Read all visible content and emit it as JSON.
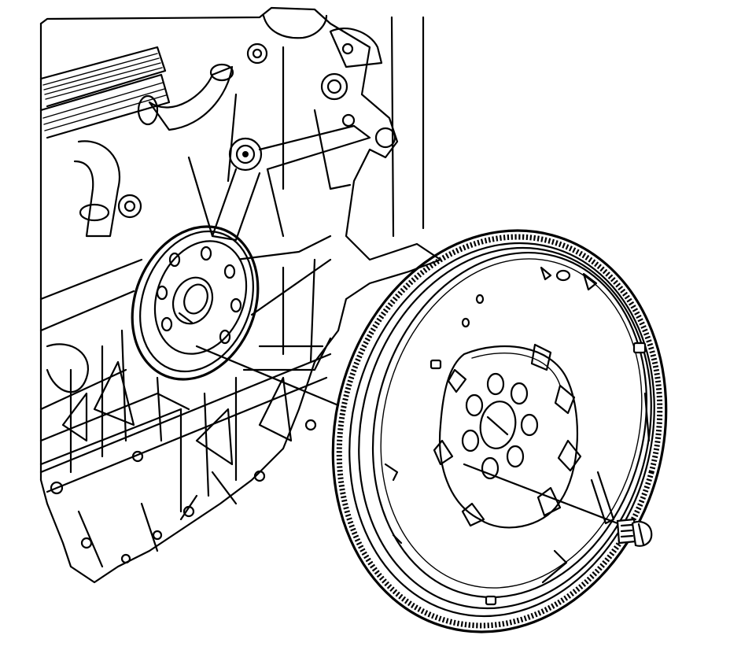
{
  "diagram": {
    "kind": "technical-line-illustration",
    "components": [
      "engine-block",
      "crankshaft-rear-flange",
      "crankshaft-rear-seal",
      "flywheel",
      "flywheel-ring-gear",
      "flywheel-bolt"
    ],
    "colors": {
      "line": "#000000",
      "background": "#ffffff"
    }
  }
}
